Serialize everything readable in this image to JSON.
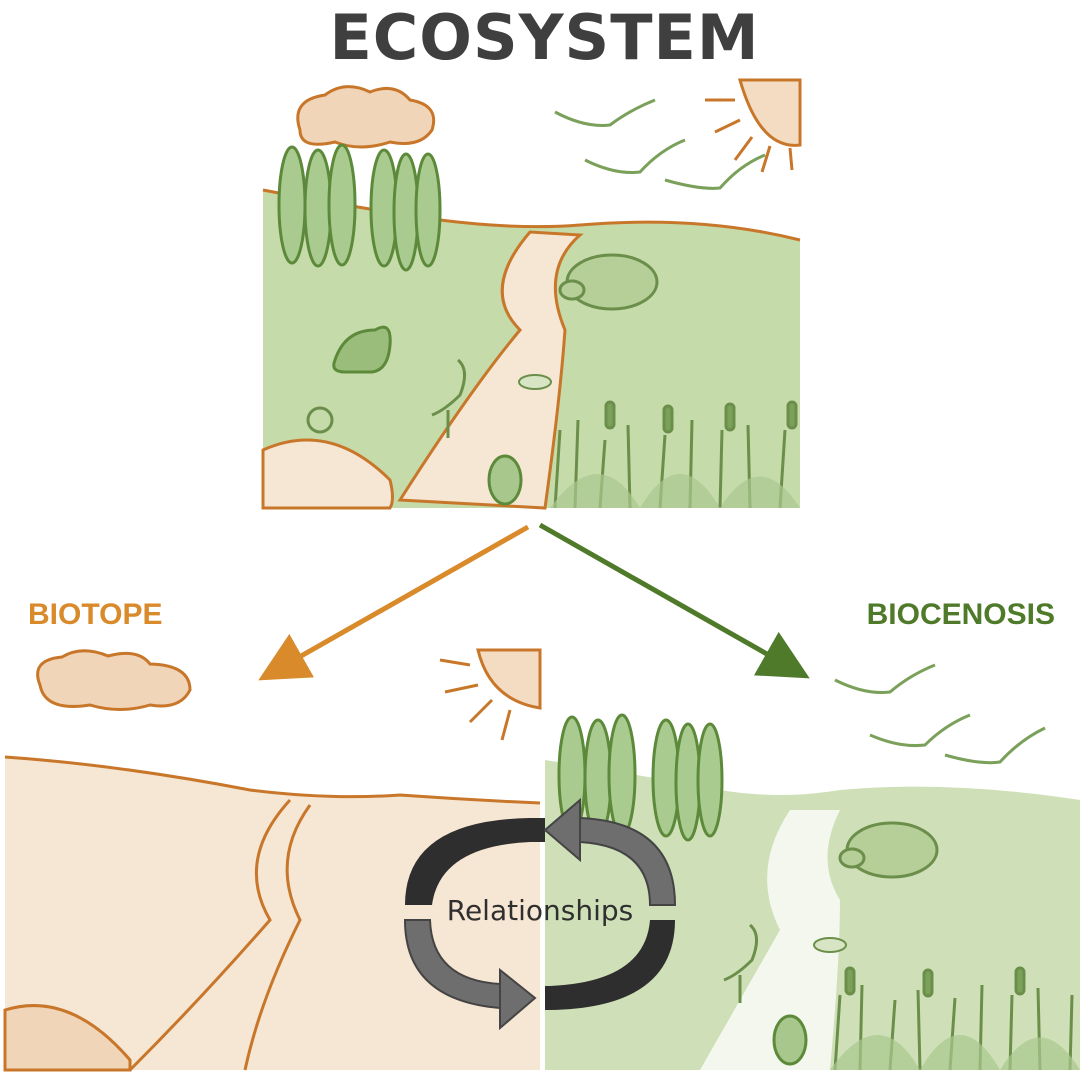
{
  "title": "ECOSYSTEM",
  "labels": {
    "biotope": "BIOTOPE",
    "biocenosis": "BIOCENOSIS",
    "relationships": "Relationships"
  },
  "colors": {
    "title": "#3f3f3f",
    "biotope": "#d98a2b",
    "biocenosis": "#4f7a2a",
    "land_green": "#c3d9a6",
    "land_orange": "#f3dcc4",
    "outline": "#c8772a",
    "arrow_grey": "#555555"
  }
}
